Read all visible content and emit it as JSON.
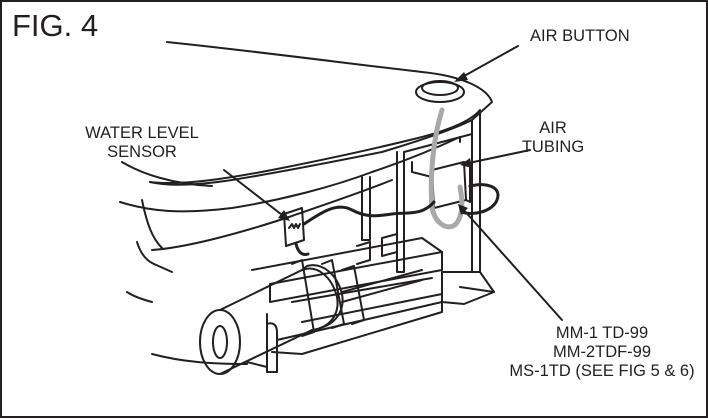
{
  "figure": {
    "title": "FIG. 4",
    "labels": {
      "air_button": "AIR BUTTON",
      "water_level_sensor": [
        "WATER LEVEL",
        "SENSOR"
      ],
      "air_tubing": [
        "AIR",
        "TUBING"
      ],
      "model_numbers": [
        "MM-1 TD-99",
        "MM-2TDF-99",
        "MS-1TD (SEE FIG 5 & 6)"
      ]
    },
    "colors": {
      "line": "#231f20",
      "tubing": "#a7a9ac",
      "background": "#ffffff"
    }
  }
}
